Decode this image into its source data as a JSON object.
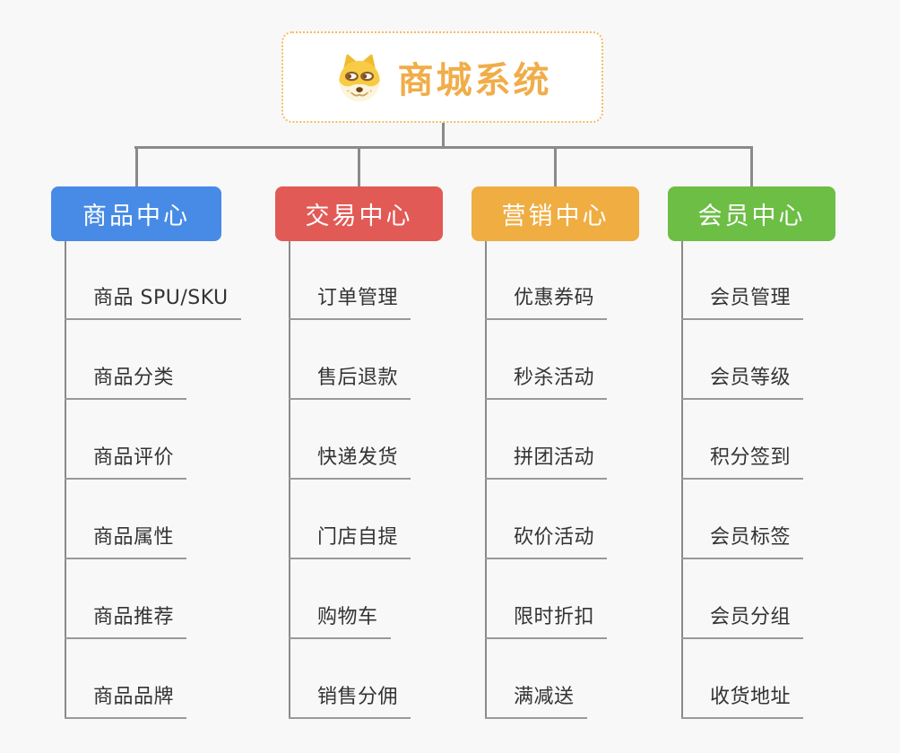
{
  "root": {
    "title": "商城系统",
    "icon": "doge-icon",
    "title_color": "#F0AD49",
    "border_color": "#F3BC5E"
  },
  "connector_color": "#8A8A8A",
  "leaf_line_color": "#999999",
  "leaf_text_color": "#333333",
  "background_color": "#F8F8F8",
  "branches": [
    {
      "label": "商品中心",
      "color": "#478BE6",
      "children": [
        "商品 SPU/SKU",
        "商品分类",
        "商品评价",
        "商品属性",
        "商品推荐",
        "商品品牌"
      ]
    },
    {
      "label": "交易中心",
      "color": "#E25A55",
      "children": [
        "订单管理",
        "售后退款",
        "快递发货",
        "门店自提",
        "购物车",
        "销售分佣"
      ]
    },
    {
      "label": "营销中心",
      "color": "#EFAD42",
      "children": [
        "优惠券码",
        "秒杀活动",
        "拼团活动",
        "砍价活动",
        "限时折扣",
        "满减送"
      ]
    },
    {
      "label": "会员中心",
      "color": "#6CBE45",
      "children": [
        "会员管理",
        "会员等级",
        "积分签到",
        "会员标签",
        "会员分组",
        "收货地址"
      ]
    }
  ]
}
